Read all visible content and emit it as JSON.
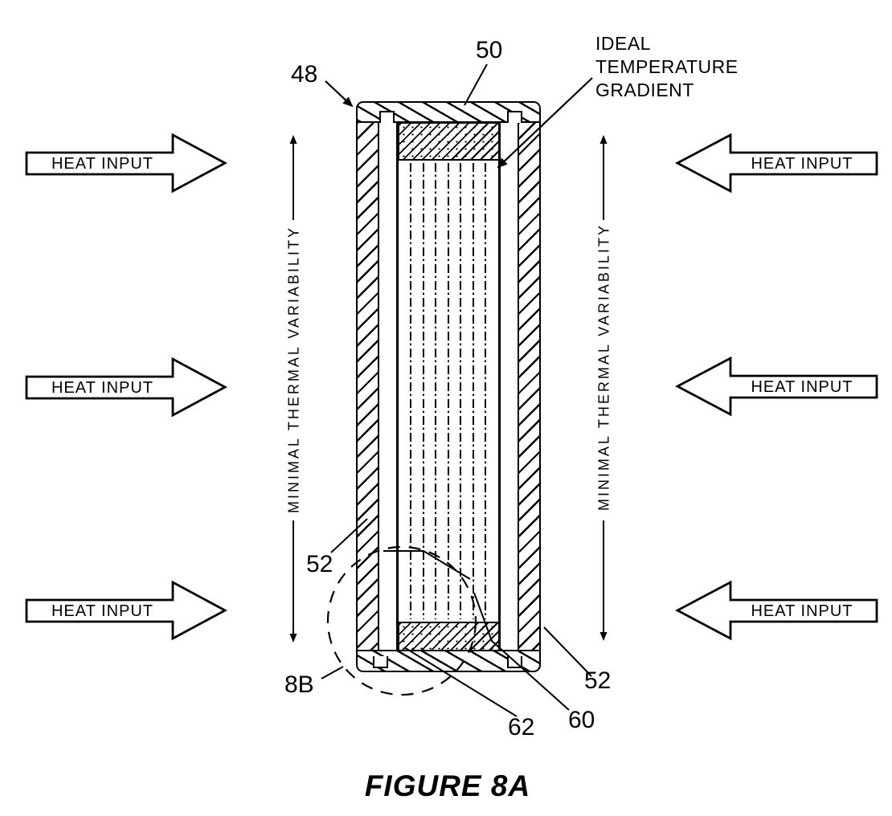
{
  "diagram": {
    "caption": "FIGURE 8A",
    "heat_input_label": "HEAT INPUT",
    "thermal_axis_label": "MINIMAL THERMAL VARIABILITY",
    "gradient_note": "IDEAL TEMPERATURE GRADIENT",
    "refs": {
      "r48": "48",
      "r50": "50",
      "r52_left": "52",
      "r52_right": "52",
      "r60": "60",
      "r62": "62",
      "r8b": "8B"
    }
  },
  "colors": {
    "ink": "#000000",
    "paper": "#ffffff"
  }
}
